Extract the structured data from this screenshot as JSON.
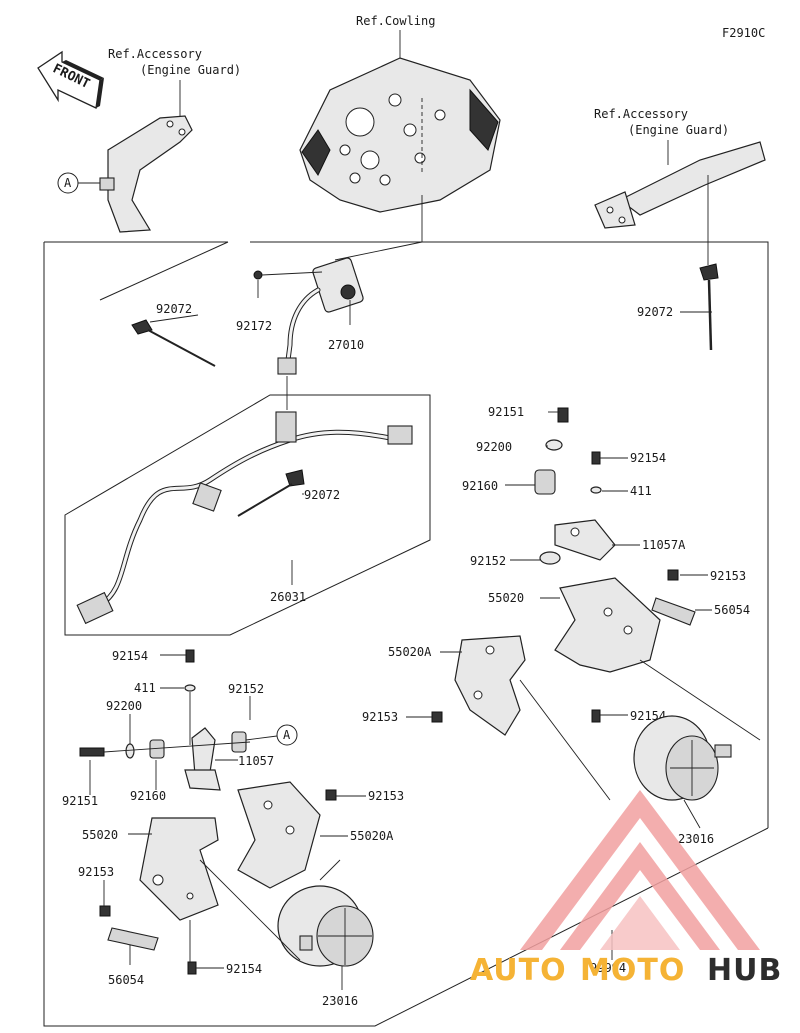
{
  "figure_code": "F2910C",
  "front_label": "FRONT",
  "refs": {
    "cowling": "Ref.Cowling",
    "accessory_left_1": "Ref.Accessory",
    "accessory_left_2": "(Engine Guard)",
    "accessory_right_1": "Ref.Accessory",
    "accessory_right_2": "(Engine Guard)"
  },
  "callouts": {
    "a_marker": "A"
  },
  "parts": {
    "p92072_a": "92072",
    "p92072_b": "92072",
    "p92072_c": "92072",
    "p92172": "92172",
    "p27010": "27010",
    "p26031": "26031",
    "p92151_r": "92151",
    "p92200_r": "92200",
    "p92160_r": "92160",
    "p92152_r": "92152",
    "p92154_r1": "92154",
    "p411_r": "411",
    "p11057A": "11057A",
    "p92153_r1": "92153",
    "p55020_r": "55020",
    "p56054_r": "56054",
    "p55020A_r": "55020A",
    "p92153_r2": "92153",
    "p92154_r2": "92154",
    "p23016_r": "23016",
    "p92154_l1": "92154",
    "p411_l": "411",
    "p92152_l": "92152",
    "p92200_l": "92200",
    "p11057": "11057",
    "p92151_l": "92151",
    "p92160_l": "92160",
    "p92153_l1": "92153",
    "p55020_l": "55020",
    "p55020A_l": "55020A",
    "p92153_l2": "92153",
    "p56054_l": "56054",
    "p92154_l2": "92154",
    "p23016_l": "23016",
    "p99994": "99994"
  },
  "watermark": {
    "word1": "AUTO",
    "word2": "MOTO",
    "word3": "HUB",
    "color_orange": "#f5b335",
    "color_red": "#e8242a",
    "color_dark": "#2d2d2d"
  }
}
